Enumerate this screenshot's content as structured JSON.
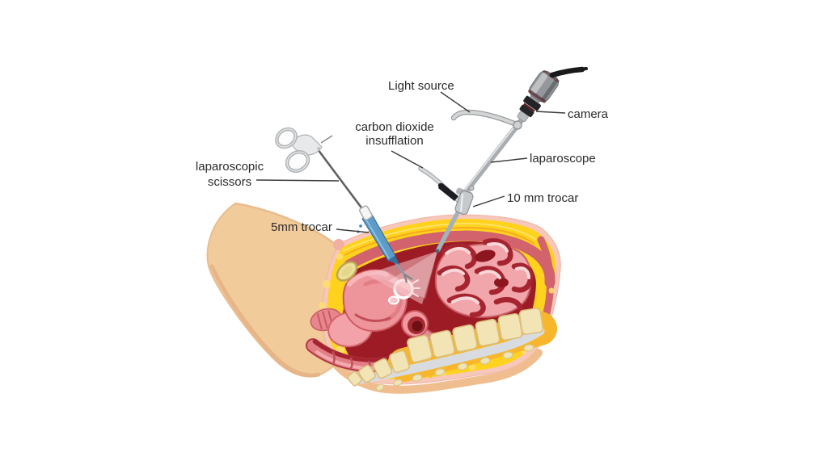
{
  "figure": {
    "background_color": "#ffffff",
    "labels": {
      "light_source": "Light source",
      "camera": "camera",
      "co2_insufflation": {
        "line1": "carbon dioxide",
        "line2": "insufflation"
      },
      "laparoscope": "laparoscope",
      "trocar_10mm": "10 mm trocar",
      "scissors": {
        "line1": "laparoscopic",
        "line2": "scissors"
      },
      "trocar_5mm": "5mm trocar"
    },
    "colors": {
      "label_text": "#2b2b2b",
      "leader_line": "#3a3a3a",
      "skin": "#f2cb9b",
      "skin_shade": "#e5b285",
      "cut_edge_pink": "#f7c8ba",
      "fat_yellow": "#ffd21e",
      "muscle_red": "#d2626c",
      "cavity_red": "#9c1b24",
      "organ_pink": "#ee949b",
      "organ_outline": "#ce5a64",
      "intestine_pink": "#f0a6aa",
      "bone_cream": "#f2e4b4",
      "bone_border": "#d9be7c",
      "spinal_canal_gray": "#d8dce0",
      "instrument_gray": "#a9adb1",
      "camera_dark": "#232327",
      "trocar_blue": "#5d9bc8",
      "view_cone_pink": "#f5c3c9"
    }
  }
}
